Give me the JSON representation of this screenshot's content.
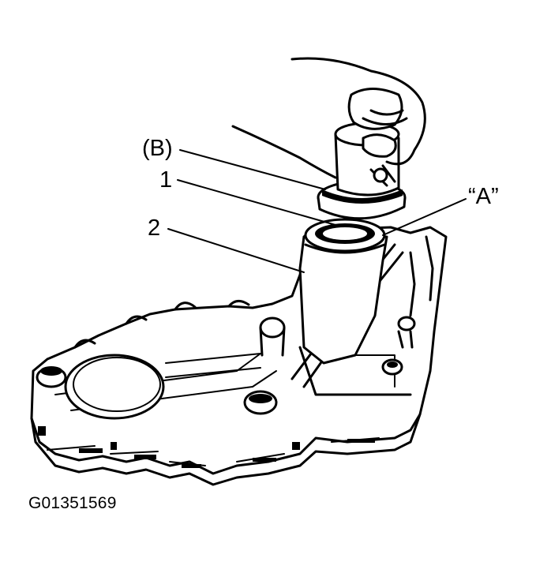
{
  "callouts": {
    "b": "(B)",
    "one": "1",
    "two": "2",
    "a": "“A”"
  },
  "figure_id": "G01351569",
  "colors": {
    "ink": "#000000",
    "paper": "#ffffff"
  }
}
